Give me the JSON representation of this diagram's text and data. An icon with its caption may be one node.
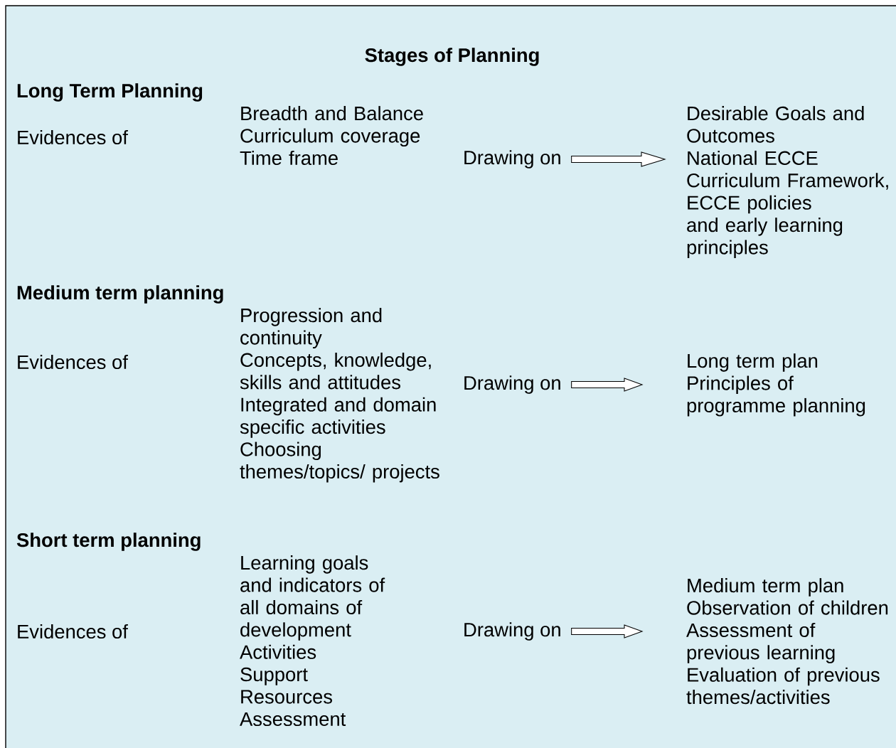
{
  "diagram": {
    "title": "Stages of Planning",
    "nodes": [
      {
        "text": [
          "Drawing on"
        ]
      },
      {
        "text": [
          "Desirable Goals and Outcomes",
          "National ECCE Curriculum Framework,  ECCE policies and early learning principles"
        ]
      },
      {
        "text": [
          "Drawing on"
        ]
      },
      {
        "text": [
          "Long term plan",
          "Principles of programme planning"
        ]
      },
      {
        "text": [
          "Drawing on"
        ]
      },
      {
        "text": [
          "Medium term plan",
          "Observation of children",
          "Assessment of previous learning",
          "Evaluation of previous themes/activities"
        ]
      }
    ],
    "edges": [
      {
        "from": 0,
        "to": 1,
        "arrow": "to"
      },
      {
        "from": 2,
        "to": 3,
        "arrow": "to"
      },
      {
        "from": 4,
        "to": 5,
        "arrow": "to"
      }
    ],
    "labels": [
      "Long Term Planning",
      "Evidences of",
      "Breadth and Balance",
      "Curriculum coverage",
      "Time frame",
      "Medium term planning",
      "Evidences of",
      "Progression and continuity",
      "Concepts, knowledge, skills and attitudes",
      "Integrated and domain specific activities",
      "Choosing themes/topics/ projects",
      "Short term planning",
      "Evidences of",
      "Learning goals and indicators of all domains of development",
      "Activities",
      "Support",
      "Resources",
      "Assessment"
    ]
  }
}
